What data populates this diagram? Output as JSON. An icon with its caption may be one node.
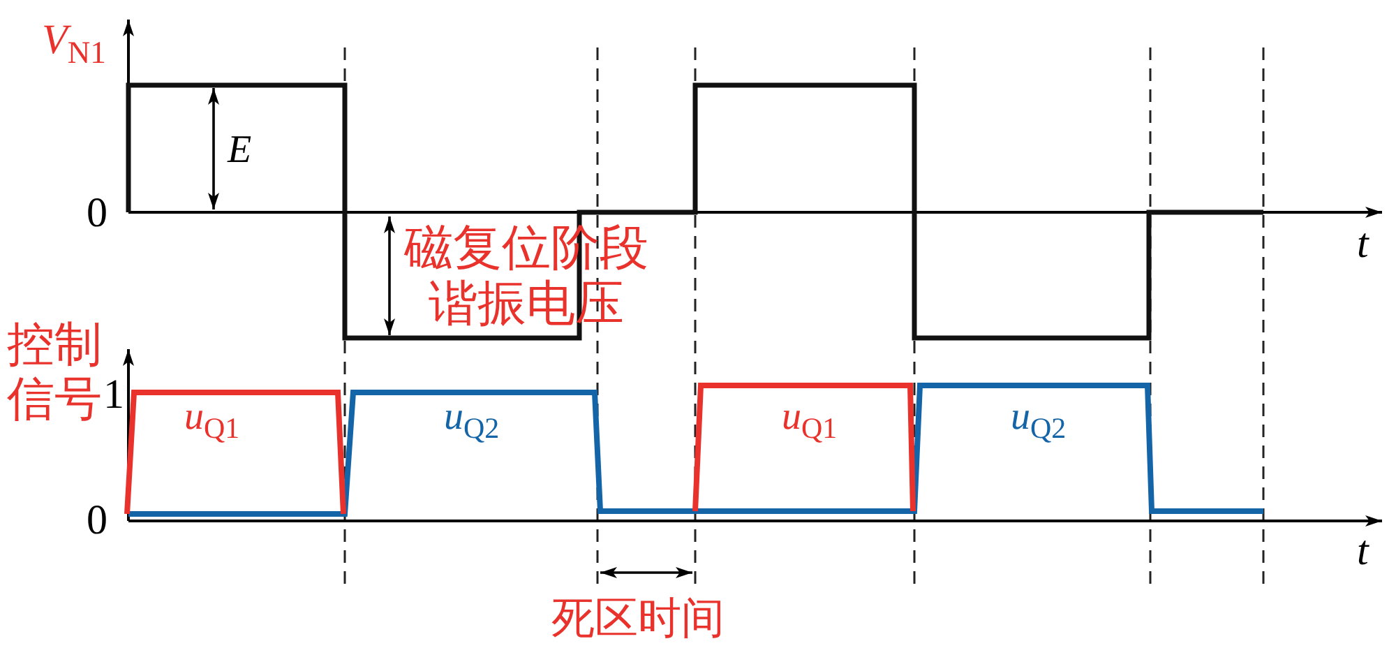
{
  "diagram": {
    "labels": [
      "*V*$_{N1}$",
      "E",
      "0",
      "t",
      "磁复位阶段谐振电压",
      "控制信号",
      "1",
      "*u*$_{Q1}$",
      "*u*$_{Q2}$",
      "*u*$_{Q1}$",
      "*u*$_{Q2}$",
      "0",
      "t",
      "死区时间"
    ]
  }
}
